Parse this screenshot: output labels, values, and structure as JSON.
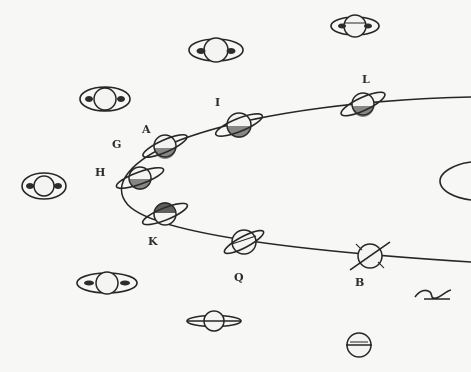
{
  "labels": {
    "A": "A",
    "G": "G",
    "H": "H",
    "I": "I",
    "K": "K",
    "L": "L",
    "Q": "Q",
    "B": "B"
  },
  "colors": {
    "ink": "#262626",
    "paper": "#f7f7f5"
  }
}
